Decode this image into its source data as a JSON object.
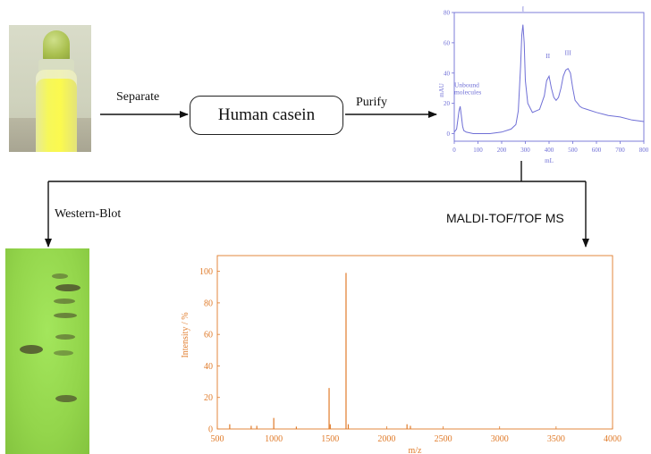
{
  "flow": {
    "separate_label": "Separate",
    "purify_label": "Purify",
    "casein_label": "Human casein",
    "western_label": "Western-Blot",
    "maldi_label": "MALDI-TOF/TOF MS"
  },
  "colors": {
    "chromatogram": "#6f6fd6",
    "mass_spectrum": "#e07b2a",
    "blot_background": "#93d54b",
    "solution": "#f6f75a"
  },
  "chart_data": [
    {
      "type": "line",
      "title": "",
      "xlabel": "mL",
      "ylabel": "mAU",
      "xlim": [
        0,
        800
      ],
      "ylim": [
        -5,
        80
      ],
      "x_ticks": [
        0,
        100,
        200,
        300,
        400,
        500,
        600,
        700,
        800
      ],
      "y_ticks": [
        0,
        20,
        40,
        60,
        80
      ],
      "grid": false,
      "annotations": [
        {
          "text": "Unbound molecules",
          "lines": [
            "Unbound",
            "molecules"
          ],
          "x": 30,
          "y": 20
        },
        {
          "text": "I",
          "x": 290,
          "y": 75
        },
        {
          "text": "II",
          "x": 395,
          "y": 44
        },
        {
          "text": "III",
          "x": 480,
          "y": 46
        }
      ],
      "series": [
        {
          "x": [
            0,
            10,
            20,
            25,
            30,
            35,
            40,
            50,
            80,
            150,
            200,
            240,
            260,
            270,
            280,
            285,
            290,
            295,
            300,
            310,
            330,
            360,
            380,
            390,
            400,
            410,
            420,
            430,
            440,
            450,
            460,
            470,
            480,
            490,
            500,
            510,
            520,
            530,
            540,
            560,
            600,
            650,
            700,
            750,
            800
          ],
          "y": [
            1,
            3,
            15,
            18,
            12,
            5,
            2,
            1,
            0,
            0,
            1,
            3,
            6,
            15,
            45,
            65,
            72,
            60,
            35,
            20,
            14,
            16,
            25,
            35,
            38,
            30,
            24,
            22,
            24,
            30,
            38,
            42,
            43,
            40,
            30,
            22,
            20,
            18,
            17,
            16,
            14,
            12,
            11,
            9,
            8
          ]
        }
      ]
    },
    {
      "type": "line",
      "title": "",
      "xlabel": "m/z",
      "ylabel": "Intensity / %",
      "xlim": [
        500,
        4000
      ],
      "ylim": [
        0,
        110
      ],
      "x_ticks": [
        500,
        1000,
        1500,
        2000,
        2500,
        3000,
        3500,
        4000
      ],
      "y_ticks": [
        0,
        20,
        40,
        60,
        80,
        100
      ],
      "grid": false,
      "peaks": [
        {
          "mz": 610,
          "intensity": 3
        },
        {
          "mz": 800,
          "intensity": 2
        },
        {
          "mz": 850,
          "intensity": 2
        },
        {
          "mz": 1000,
          "intensity": 7
        },
        {
          "mz": 1200,
          "intensity": 1.5
        },
        {
          "mz": 1490,
          "intensity": 26
        },
        {
          "mz": 1500,
          "intensity": 3
        },
        {
          "mz": 1640,
          "intensity": 99
        },
        {
          "mz": 1660,
          "intensity": 3
        },
        {
          "mz": 2180,
          "intensity": 3
        },
        {
          "mz": 2210,
          "intensity": 2
        }
      ]
    }
  ]
}
